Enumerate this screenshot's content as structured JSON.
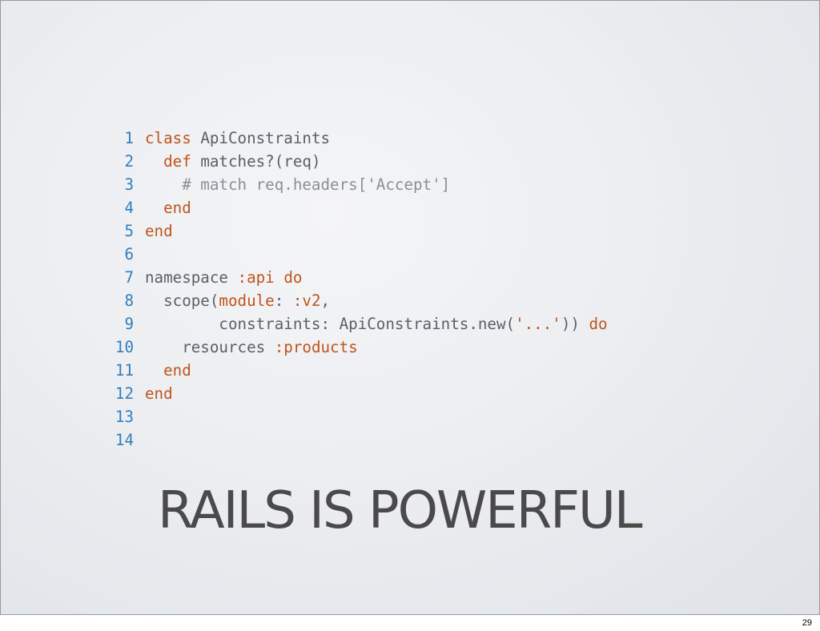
{
  "slide": {
    "title": "RAILS IS POWERFUL",
    "page_number": "29"
  },
  "code": {
    "lines": [
      {
        "number": "1",
        "tokens": [
          {
            "text": "class",
            "kind": "kw"
          },
          {
            "text": " ApiConstraints",
            "kind": "plain"
          }
        ]
      },
      {
        "number": "2",
        "tokens": [
          {
            "text": "  ",
            "kind": "plain"
          },
          {
            "text": "def",
            "kind": "kw"
          },
          {
            "text": " matches?(req)",
            "kind": "plain"
          }
        ]
      },
      {
        "number": "3",
        "tokens": [
          {
            "text": "    # match req.headers['Accept']",
            "kind": "com"
          }
        ]
      },
      {
        "number": "4",
        "tokens": [
          {
            "text": "  ",
            "kind": "plain"
          },
          {
            "text": "end",
            "kind": "kw"
          }
        ]
      },
      {
        "number": "5",
        "tokens": [
          {
            "text": "end",
            "kind": "kw"
          }
        ]
      },
      {
        "number": "6",
        "tokens": []
      },
      {
        "number": "7",
        "tokens": [
          {
            "text": "namespace ",
            "kind": "plain"
          },
          {
            "text": ":api",
            "kind": "sym"
          },
          {
            "text": " ",
            "kind": "plain"
          },
          {
            "text": "do",
            "kind": "kw"
          }
        ]
      },
      {
        "number": "8",
        "tokens": [
          {
            "text": "  scope(",
            "kind": "plain"
          },
          {
            "text": "module",
            "kind": "sym"
          },
          {
            "text": ": ",
            "kind": "plain"
          },
          {
            "text": ":v2",
            "kind": "sym"
          },
          {
            "text": ",",
            "kind": "plain"
          }
        ]
      },
      {
        "number": "9",
        "tokens": [
          {
            "text": "        constraints: ApiConstraints.new(",
            "kind": "plain"
          },
          {
            "text": "'...'",
            "kind": "str"
          },
          {
            "text": ")) ",
            "kind": "plain"
          },
          {
            "text": "do",
            "kind": "kw"
          }
        ]
      },
      {
        "number": "10",
        "tokens": [
          {
            "text": "    resources ",
            "kind": "plain"
          },
          {
            "text": ":products",
            "kind": "sym"
          }
        ]
      },
      {
        "number": "11",
        "tokens": [
          {
            "text": "  ",
            "kind": "plain"
          },
          {
            "text": "end",
            "kind": "kw"
          }
        ]
      },
      {
        "number": "12",
        "tokens": [
          {
            "text": "end",
            "kind": "kw"
          }
        ]
      },
      {
        "number": "13",
        "tokens": []
      },
      {
        "number": "14",
        "tokens": []
      }
    ]
  },
  "colors": {
    "keyword": "#c0541c",
    "line_number": "#2f7fbf",
    "plain": "#5a6068",
    "comment": "#8a8f96",
    "title": "#4a4a4a"
  }
}
